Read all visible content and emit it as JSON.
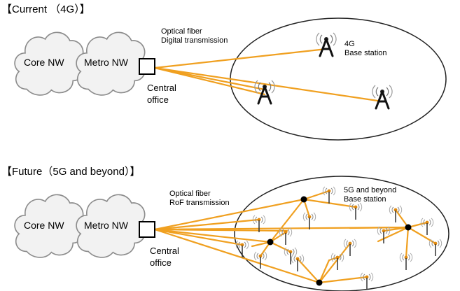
{
  "current": {
    "title": "【Current （4G）】",
    "core_label": "Core NW",
    "metro_label": "Metro NW",
    "fiber_line1": "Optical fiber",
    "fiber_line2": "Digital transmission",
    "office_line1": "Central",
    "office_line2": "office",
    "station_line1": "4G",
    "station_line2": "Base station"
  },
  "future": {
    "title": "【Future（5G and beyond）】",
    "core_label": "Core NW",
    "metro_label": "Metro NW",
    "fiber_line1": "Optical fiber",
    "fiber_line2": "RoF transmission",
    "office_line1": "Central",
    "office_line2": "office",
    "station_line1": "5G and beyond",
    "station_line2": "Base station"
  },
  "colors": {
    "fiber": "#f0a020",
    "cloud_fill": "#f2f2f2",
    "cloud_stroke": "#8c8c8c"
  }
}
